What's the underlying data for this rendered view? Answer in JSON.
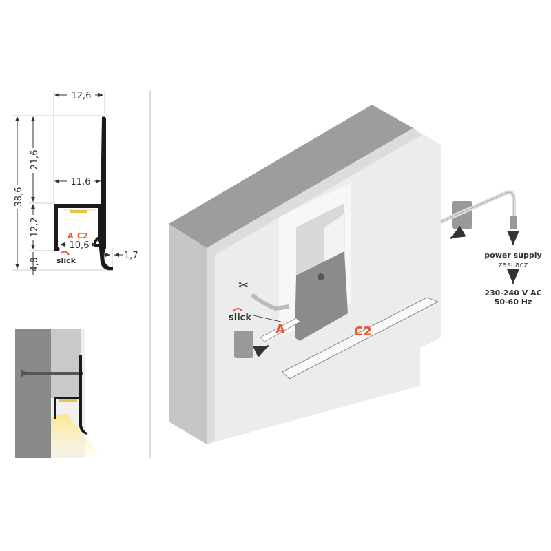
{
  "dimensions": {
    "width_top": "12,6",
    "height_total": "38,6",
    "height_upper": "21,6",
    "inner_width": "11,6",
    "height_channel": "12,2",
    "opening_width": "10,6",
    "lip": "1,7",
    "height_bottom": "4,8"
  },
  "profile_labels": {
    "a": "A",
    "c2": "C2",
    "brand": "slick"
  },
  "assembly": {
    "a": "A",
    "c2": "C2",
    "brand": "slick"
  },
  "power": {
    "label": "power supply",
    "label_pl": "zasilacz",
    "voltage": "230-240 V AC",
    "frequency": "50-60 Hz"
  },
  "colors": {
    "accent": "#e8572a",
    "led": "#e8c44a"
  }
}
